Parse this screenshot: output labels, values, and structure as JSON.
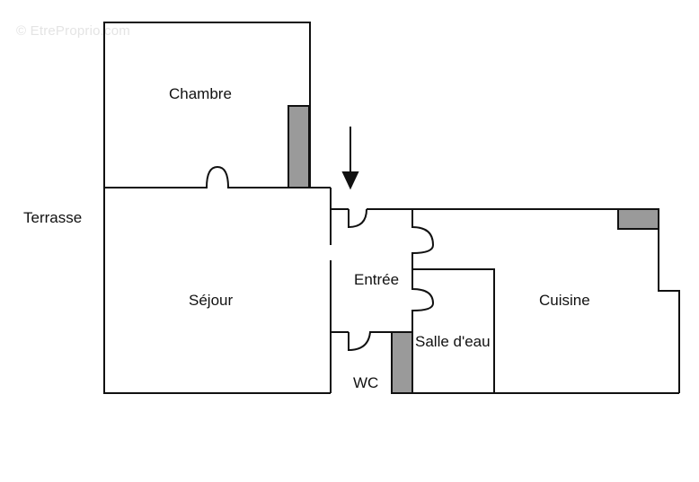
{
  "watermark": "© EtreProprio.com",
  "rooms": {
    "chambre": "Chambre",
    "terrasse": "Terrasse",
    "sejour": "Séjour",
    "entree": "Entrée",
    "cuisine": "Cuisine",
    "salle_eau": "Salle d'eau",
    "wc": "WC"
  },
  "icons": {
    "entry": "entry-arrow-icon"
  },
  "colors": {
    "wall": "#111111",
    "fixture_fill": "#9a9a9a"
  }
}
